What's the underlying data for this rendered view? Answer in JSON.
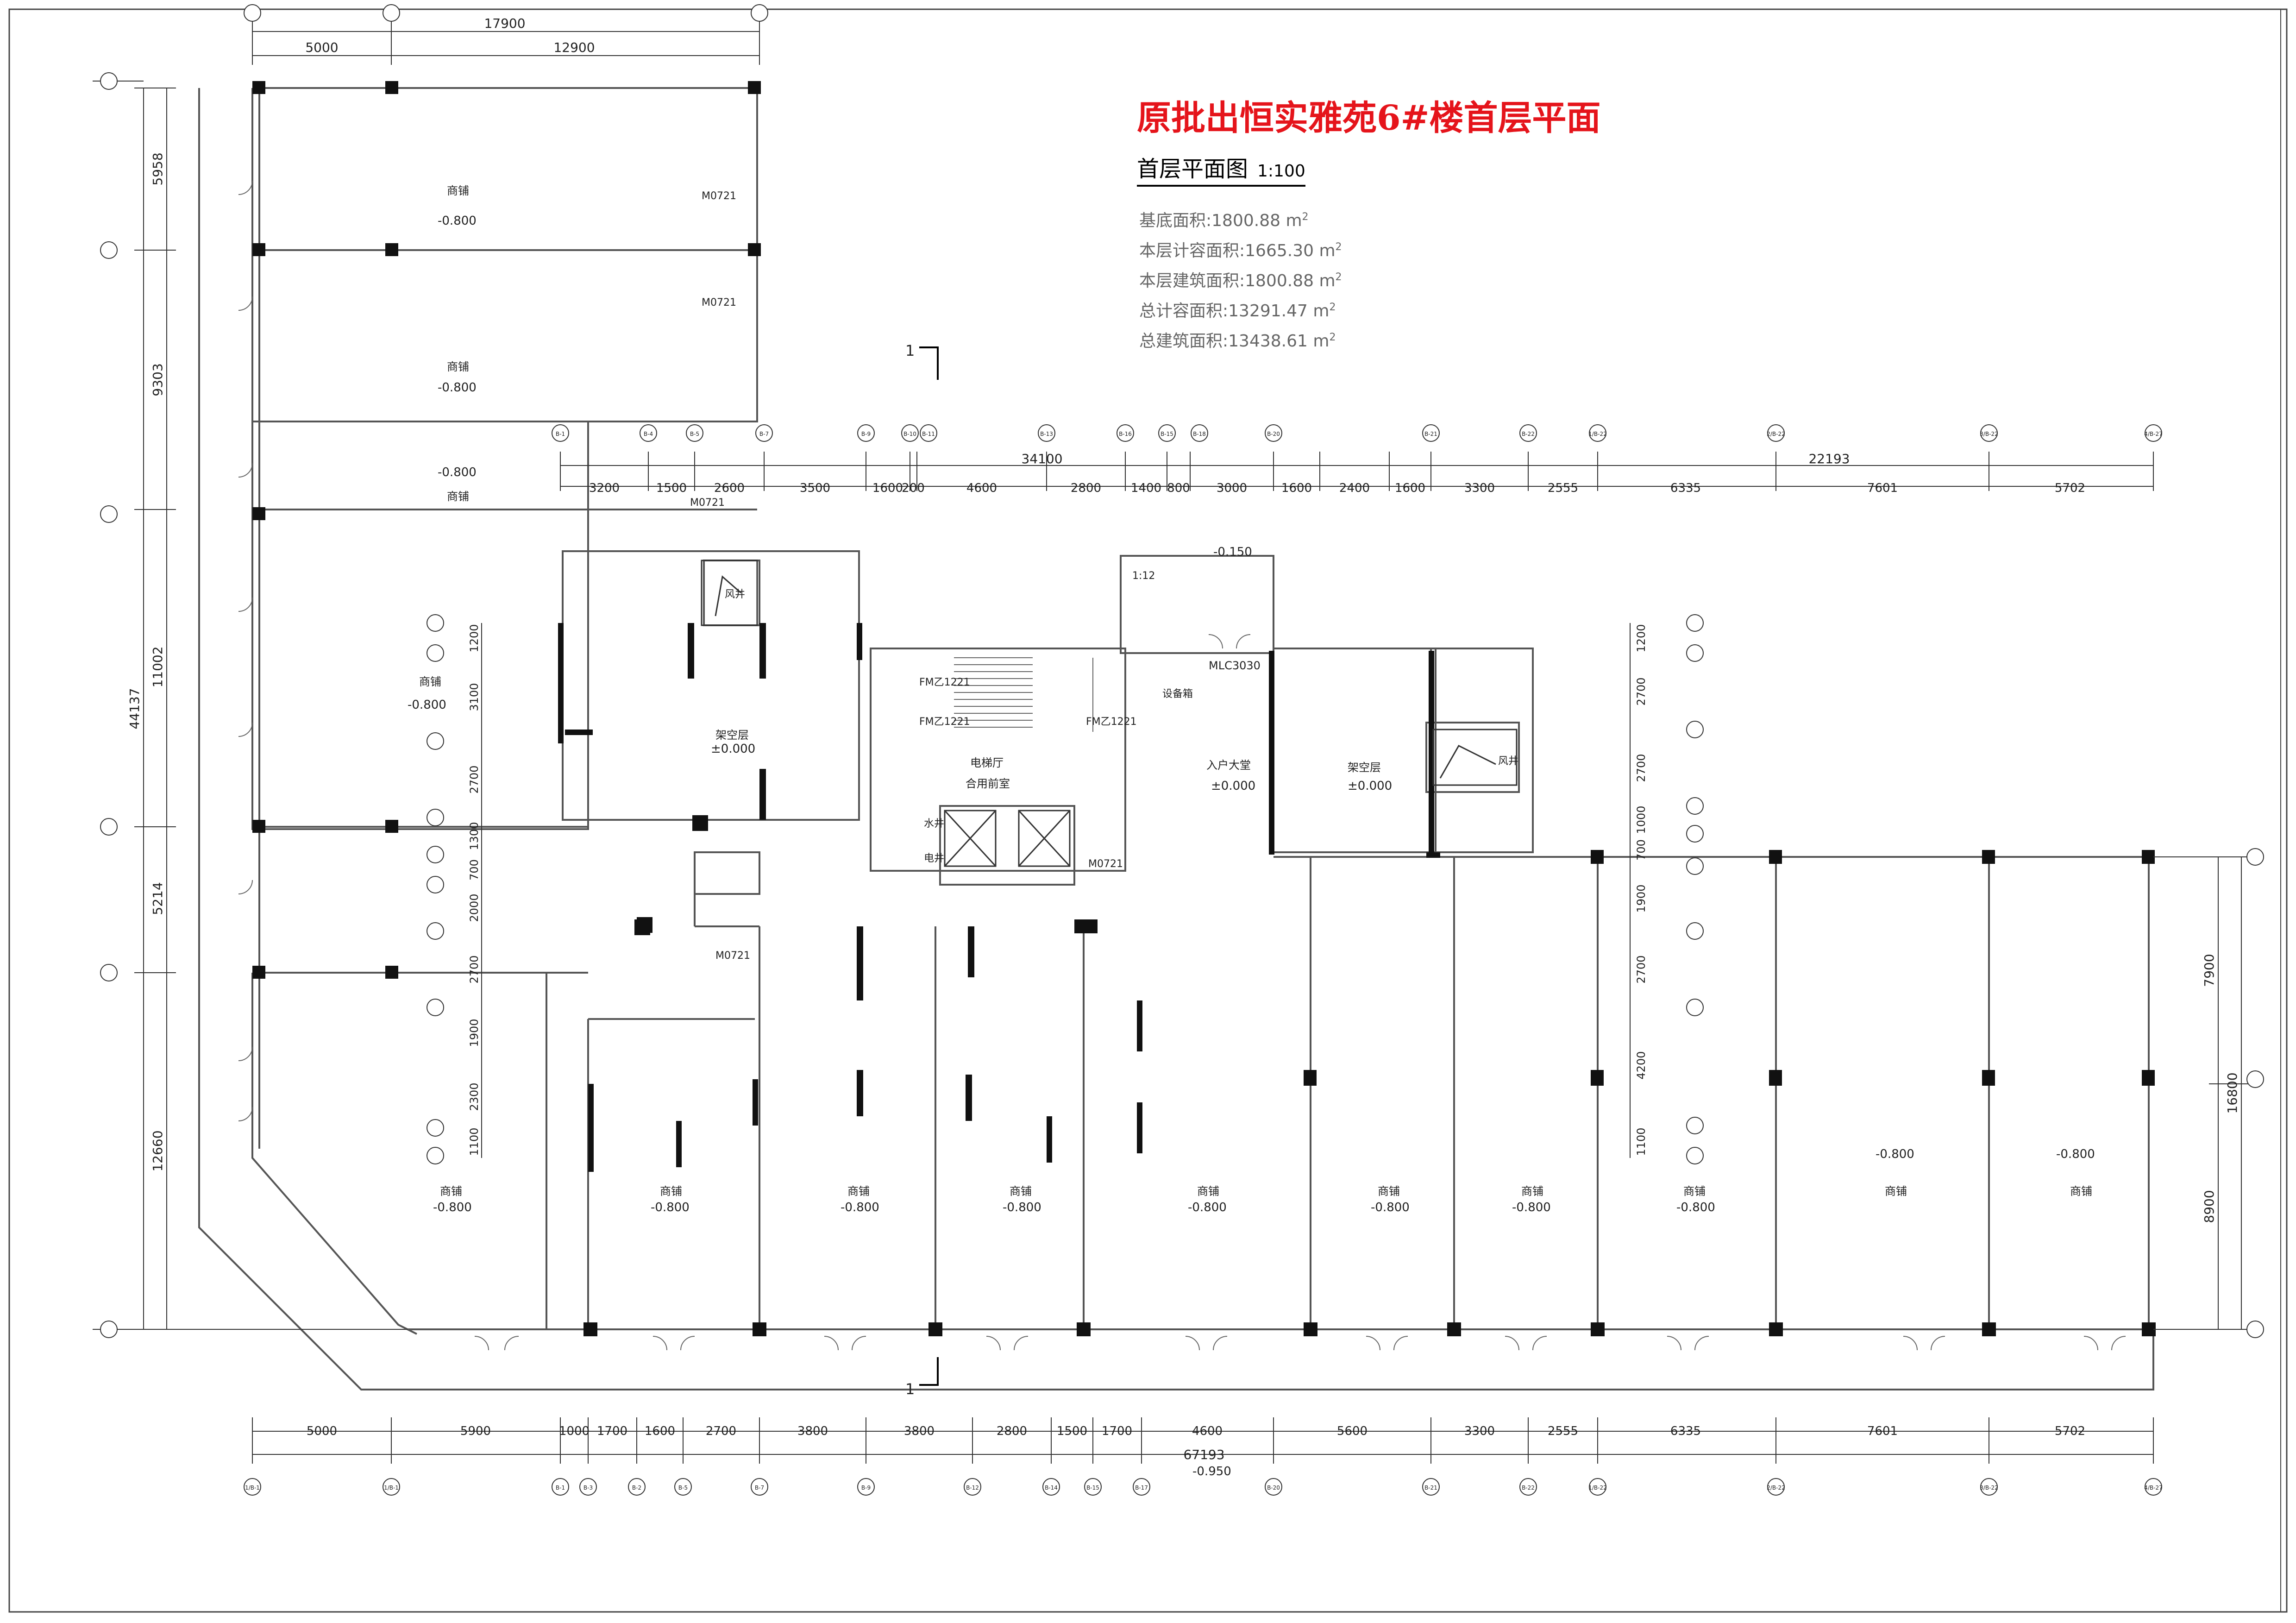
{
  "title": "原批出恒实雅苑6#楼首层平面",
  "plan_title": "首层平面图",
  "scale": "1:100",
  "areas": [
    {
      "label": "基底面积:",
      "value": "1800.88",
      "unit": "m",
      "sup": "2"
    },
    {
      "label": "本层计容面积:",
      "value": "1665.30",
      "unit": "m",
      "sup": "2"
    },
    {
      "label": "本层建筑面积:",
      "value": "1800.88",
      "unit": "m",
      "sup": "2"
    },
    {
      "label": "总计容面积:",
      "value": "13291.47",
      "unit": "m",
      "sup": "2"
    },
    {
      "label": "总建筑面积:",
      "value": "13438.61",
      "unit": "m",
      "sup": "2"
    }
  ],
  "top_dims": {
    "overall_left": "17900",
    "left": [
      "5000",
      "12900"
    ],
    "mid_total": "34100",
    "right_total": "22193",
    "segments": [
      "3200",
      "1500",
      "2600",
      "3500",
      "1600",
      "200",
      "4600",
      "2800",
      "1400",
      "800",
      "3000",
      "1600",
      "2400",
      "1600",
      "3300",
      "2555",
      "6335",
      "7601",
      "5702"
    ]
  },
  "bottom_dims": {
    "segments": [
      "5000",
      "5900",
      "1000",
      "1700",
      "1600",
      "2700",
      "3800",
      "3800",
      "2800",
      "1500",
      "1700",
      "4600",
      "5600",
      "3300",
      "2555",
      "6335",
      "7601",
      "5702"
    ],
    "total": "67193"
  },
  "left_dims": {
    "overall": "44137",
    "parts": [
      "5958",
      "9303",
      "11002",
      "5214",
      "12660"
    ]
  },
  "inner_left_dims": [
    "1200",
    "3100",
    "2700",
    "1300",
    "700",
    "2000",
    "2700",
    "1900",
    "2300",
    "1100"
  ],
  "inner_right_dims": [
    "1200",
    "2700",
    "2700",
    "1000",
    "700",
    "1900",
    "2700",
    "4200",
    "1100"
  ],
  "right_dims": {
    "overall": "16800",
    "parts": [
      "7900",
      "8900"
    ]
  },
  "bottom_axes": [
    "1/B-1",
    "1/B-1",
    "B-1",
    "B-3",
    "B-2",
    "B-5",
    "B-7",
    "B-9",
    "B-12",
    "B-14",
    "B-15",
    "B-17",
    "B-20",
    "B-21",
    "B-22",
    "1/B-22",
    "2/B-22",
    "3/B-22",
    "4/B-27"
  ],
  "top_axes": [
    "B-1",
    "B-4",
    "B-5",
    "B-7",
    "B-9",
    "B-10",
    "B-11",
    "B-13",
    "B-16",
    "B-15",
    "B-18",
    "B-20",
    "B-21",
    "B-22",
    "1/B-22",
    "2/B-22",
    "3/B-22",
    "4/B-27"
  ],
  "room_labels": {
    "shop": "商铺",
    "lobby": "架空层",
    "entry": "入户大堂",
    "elevator_hall": "电梯厅",
    "mailroom": "合用前室",
    "shaft": "风井",
    "water": "水井",
    "elec": "电井",
    "equipment": "设备箱"
  },
  "elevations": {
    "shop": "-0.800",
    "ground": "±0.000",
    "ramp": "-0.150",
    "bottom": "-0.950"
  },
  "door_tags": {
    "m": "M0721",
    "fm": "FM乙1221",
    "mlc": "MLC3030"
  },
  "section_mark": "1",
  "ramp_note": "1:12"
}
